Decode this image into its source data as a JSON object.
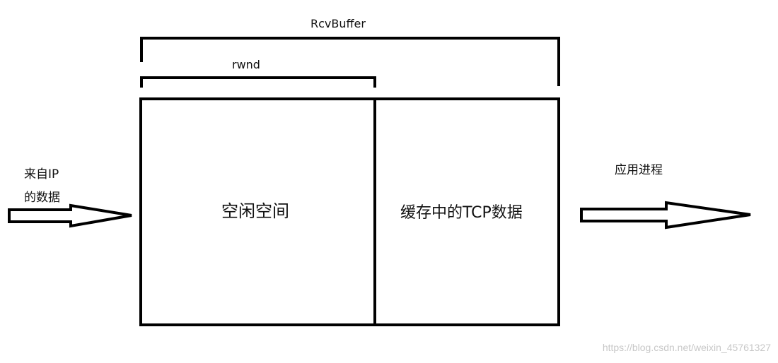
{
  "labels": {
    "rcvbuffer": "RcvBuffer",
    "rwnd": "rwnd",
    "incoming": "来自IP",
    "incoming_line2": "的数据",
    "free_space": "空闲空间",
    "buffered_data": "缓存中的TCP数据",
    "app_process": "应用进程"
  },
  "watermark": "https://blog.csdn.net/weixin_45761327",
  "colors": {
    "stroke": "#000000",
    "background": "#ffffff"
  }
}
